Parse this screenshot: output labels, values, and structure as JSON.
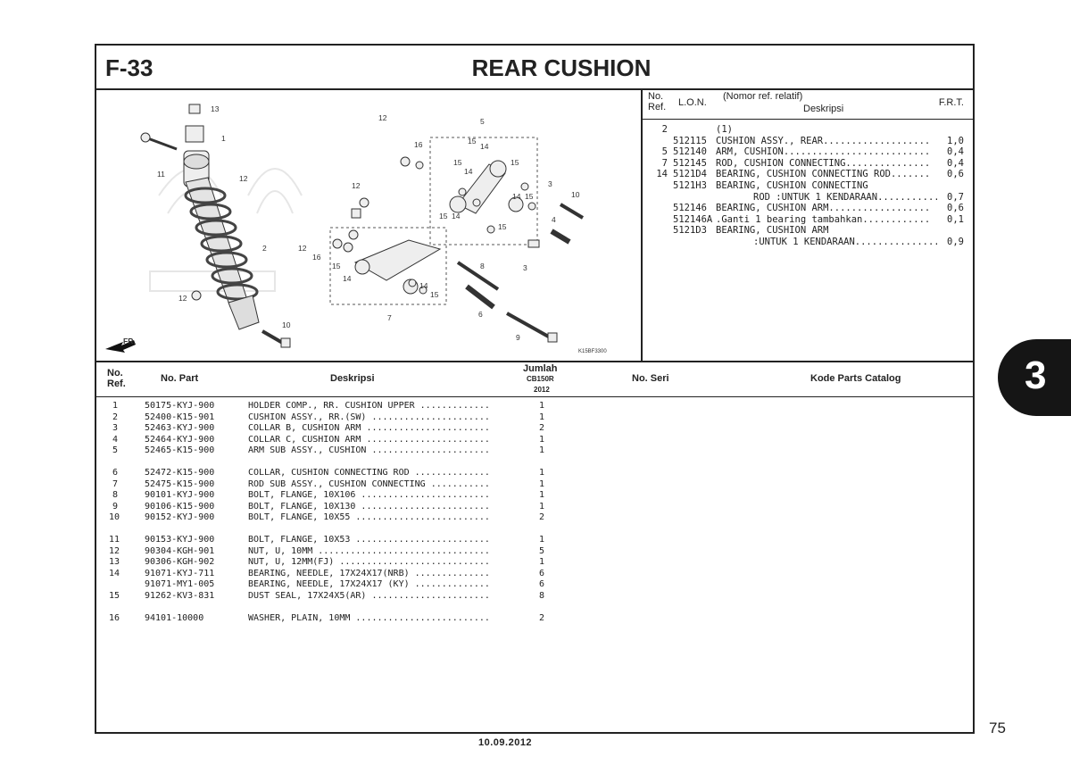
{
  "header": {
    "code": "F-33",
    "title": "REAR CUSHION"
  },
  "diagram": {
    "fr_label": "FR.",
    "image_code": "K15BF3300",
    "callouts": [
      "13",
      "1",
      "11",
      "12",
      "2",
      "12",
      "10",
      "12",
      "16",
      "5",
      "15",
      "14",
      "15",
      "14",
      "15",
      "3",
      "10",
      "12",
      "12",
      "16",
      "15",
      "14",
      "14",
      "15",
      "4",
      "15",
      "14",
      "15",
      "8",
      "3",
      "14",
      "15",
      "7",
      "6",
      "9"
    ]
  },
  "ref_table": {
    "headers": {
      "no_ref": "No.\nRef.",
      "lon": "L.O.N.",
      "nomor_ref": "(Nomor ref. relatif)",
      "deskripsi": "Deskripsi",
      "frt": "F.R.T."
    },
    "rows": [
      {
        "ref": "2",
        "lon": "",
        "desc": "(1)",
        "frt": ""
      },
      {
        "ref": "",
        "lon": "512115",
        "desc": "CUSHION ASSY., REAR...................",
        "frt": "1,0"
      },
      {
        "ref": "5",
        "lon": "512140",
        "desc": "ARM, CUSHION..........................",
        "frt": "0,4"
      },
      {
        "ref": "7",
        "lon": "512145",
        "desc": "ROD, CUSHION CONNECTING...............",
        "frt": "0,4"
      },
      {
        "ref": "14",
        "lon": "5121D4",
        "desc": "BEARING, CUSHION CONNECTING ROD.......",
        "frt": "0,6"
      },
      {
        "ref": "",
        "lon": "5121H3",
        "desc": "BEARING, CUSHION CONNECTING",
        "frt": ""
      },
      {
        "ref": "",
        "lon": "",
        "desc": "ROD :UNTUK 1 KENDARAAN...............",
        "frt": "0,7"
      },
      {
        "ref": "",
        "lon": "512146",
        "desc": "BEARING, CUSHION ARM..................",
        "frt": "0,6"
      },
      {
        "ref": "",
        "lon": "512146A",
        "desc": ".Ganti 1 bearing tambahkan............",
        "frt": "0,1"
      },
      {
        "ref": "",
        "lon": "5121D3",
        "desc": "BEARING, CUSHION ARM",
        "frt": ""
      },
      {
        "ref": "",
        "lon": "",
        "desc": ":UNTUK 1 KENDARAAN...................",
        "frt": "0,9"
      }
    ]
  },
  "parts_table": {
    "headers": {
      "no_ref": "No.\nRef.",
      "no_part": "No. Part",
      "deskripsi": "Deskripsi",
      "jumlah": "Jumlah",
      "model": "CB150R",
      "year": "2012",
      "no_seri": "No. Seri",
      "kode": "Kode Parts Catalog"
    },
    "groups": [
      [
        {
          "ref": "1",
          "part": "50175-KYJ-900",
          "desc": "HOLDER COMP., RR. CUSHION UPPER .............",
          "qty": "1"
        },
        {
          "ref": "2",
          "part": "52400-K15-901",
          "desc": "CUSHION ASSY., RR.(SW) ......................",
          "qty": "1"
        },
        {
          "ref": "3",
          "part": "52463-KYJ-900",
          "desc": "COLLAR B, CUSHION ARM .......................",
          "qty": "2"
        },
        {
          "ref": "4",
          "part": "52464-KYJ-900",
          "desc": "COLLAR C, CUSHION ARM .......................",
          "qty": "1"
        },
        {
          "ref": "5",
          "part": "52465-K15-900",
          "desc": "ARM SUB ASSY., CUSHION ......................",
          "qty": "1"
        }
      ],
      [
        {
          "ref": "6",
          "part": "52472-K15-900",
          "desc": "COLLAR, CUSHION CONNECTING ROD ..............",
          "qty": "1"
        },
        {
          "ref": "7",
          "part": "52475-K15-900",
          "desc": "ROD SUB ASSY., CUSHION CONNECTING ...........",
          "qty": "1"
        },
        {
          "ref": "8",
          "part": "90101-KYJ-900",
          "desc": "BOLT, FLANGE, 10X106 ........................",
          "qty": "1"
        },
        {
          "ref": "9",
          "part": "90106-K15-900",
          "desc": "BOLT, FLANGE, 10X130 ........................",
          "qty": "1"
        },
        {
          "ref": "10",
          "part": "90152-KYJ-900",
          "desc": "BOLT, FLANGE, 10X55 .........................",
          "qty": "2"
        }
      ],
      [
        {
          "ref": "11",
          "part": "90153-KYJ-900",
          "desc": "BOLT, FLANGE, 10X53 .........................",
          "qty": "1"
        },
        {
          "ref": "12",
          "part": "90304-KGH-901",
          "desc": "NUT, U, 10MM ................................",
          "qty": "5"
        },
        {
          "ref": "13",
          "part": "90306-KGH-902",
          "desc": "NUT, U, 12MM(FJ) ............................",
          "qty": "1"
        },
        {
          "ref": "14",
          "part": "91071-KYJ-711",
          "desc": "BEARING, NEEDLE, 17X24X17(NRB) ..............",
          "qty": "6"
        },
        {
          "ref": "",
          "part": "91071-MY1-005",
          "desc": "BEARING, NEEDLE, 17X24X17 (KY) ..............",
          "qty": "6"
        },
        {
          "ref": "15",
          "part": "91262-KV3-831",
          "desc": "DUST SEAL, 17X24X5(AR) ......................",
          "qty": "8"
        }
      ],
      [
        {
          "ref": "16",
          "part": "94101-10000",
          "desc": "WASHER, PLAIN, 10MM .........................",
          "qty": "2"
        }
      ]
    ]
  },
  "footer": {
    "date": "10.09.2012",
    "page": "75",
    "section_tab": "3"
  }
}
